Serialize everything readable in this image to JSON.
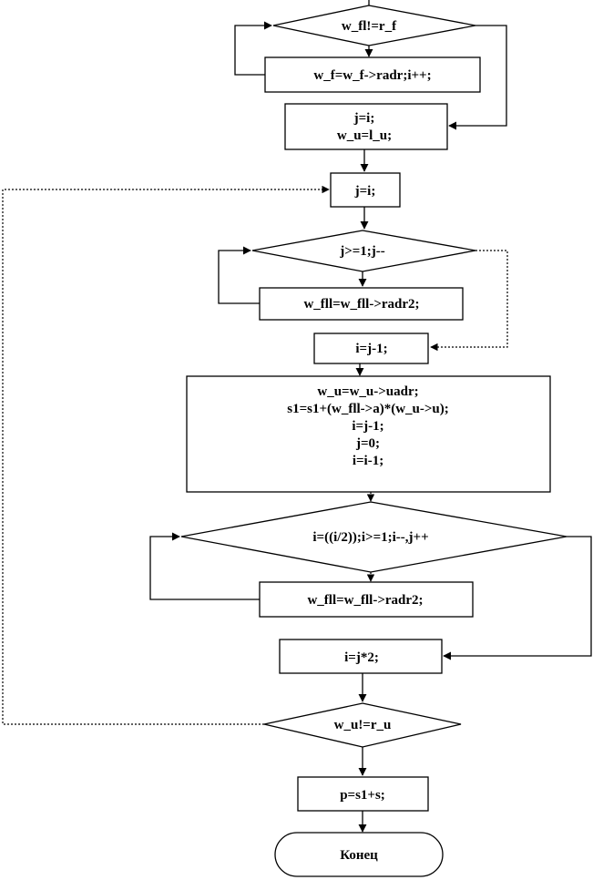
{
  "flowchart": {
    "d1": "w_fl!=r_f",
    "b1": "w_f=w_f->radr;i++;",
    "b2": [
      "j=i;",
      "w_u=l_u;"
    ],
    "b3": "j=i;",
    "d2": "j>=1;j--",
    "b4": "w_fll=w_fll->radr2;",
    "b5": "i=j-1;",
    "b6": [
      "w_u=w_u->uadr;",
      "s1=s1+(w_fll->a)*(w_u->u);",
      "i=j-1;",
      "j=0;",
      "i=i-1;"
    ],
    "d3": "i=((i/2));i>=1;i--,j++",
    "b7": "w_fll=w_fll->radr2;",
    "b8": "i=j*2;",
    "d4": "w_u!=r_u",
    "b9": "p=s1+s;",
    "end": "Конец"
  }
}
